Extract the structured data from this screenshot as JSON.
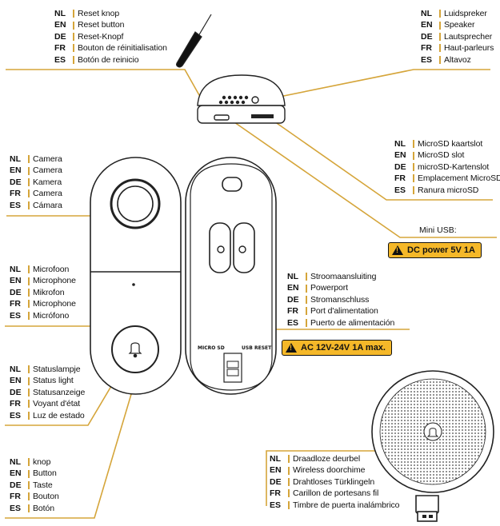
{
  "colors": {
    "accent": "#d5a53a",
    "warning_fill": "#f5b829",
    "outline": "#222222"
  },
  "callouts": {
    "reset": [
      {
        "lang": "NL",
        "text": "Reset knop"
      },
      {
        "lang": "EN",
        "text": "Reset button"
      },
      {
        "lang": "DE",
        "text": "Reset-Knopf"
      },
      {
        "lang": "FR",
        "text": "Bouton de réinitialisation"
      },
      {
        "lang": "ES",
        "text": "Botón de reinicio"
      }
    ],
    "speaker": [
      {
        "lang": "NL",
        "text": "Luidspreker"
      },
      {
        "lang": "EN",
        "text": "Speaker"
      },
      {
        "lang": "DE",
        "text": "Lautsprecher"
      },
      {
        "lang": "FR",
        "text": "Haut-parleurs"
      },
      {
        "lang": "ES",
        "text": "Altavoz"
      }
    ],
    "microsd": [
      {
        "lang": "NL",
        "text": "MicroSD kaartslot"
      },
      {
        "lang": "EN",
        "text": "MicroSD slot"
      },
      {
        "lang": "DE",
        "text": "microSD-Kartenslot"
      },
      {
        "lang": "FR",
        "text": "Emplacement MicroSD"
      },
      {
        "lang": "ES",
        "text": "Ranura microSD"
      }
    ],
    "camera": [
      {
        "lang": "NL",
        "text": "Camera"
      },
      {
        "lang": "EN",
        "text": "Camera"
      },
      {
        "lang": "DE",
        "text": "Kamera"
      },
      {
        "lang": "FR",
        "text": "Camera"
      },
      {
        "lang": "ES",
        "text": "Cámara"
      }
    ],
    "microphone": [
      {
        "lang": "NL",
        "text": "Microfoon"
      },
      {
        "lang": "EN",
        "text": "Microphone"
      },
      {
        "lang": "DE",
        "text": "Mikrofon"
      },
      {
        "lang": "FR",
        "text": "Microphone"
      },
      {
        "lang": "ES",
        "text": "Micrófono"
      }
    ],
    "power": [
      {
        "lang": "NL",
        "text": "Stroomaansluiting"
      },
      {
        "lang": "EN",
        "text": "Powerport"
      },
      {
        "lang": "DE",
        "text": "Stromanschluss"
      },
      {
        "lang": "FR",
        "text": "Port d'alimentation"
      },
      {
        "lang": "ES",
        "text": "Puerto de alimentación"
      }
    ],
    "status": [
      {
        "lang": "NL",
        "text": "Statuslampje"
      },
      {
        "lang": "EN",
        "text": "Status light"
      },
      {
        "lang": "DE",
        "text": "Statusanzeige"
      },
      {
        "lang": "FR",
        "text": "Voyant d'état"
      },
      {
        "lang": "ES",
        "text": "Luz de estado"
      }
    ],
    "button": [
      {
        "lang": "NL",
        "text": "knop"
      },
      {
        "lang": "EN",
        "text": "Button"
      },
      {
        "lang": "DE",
        "text": "Taste"
      },
      {
        "lang": "FR",
        "text": "Bouton"
      },
      {
        "lang": "ES",
        "text": "Botón"
      }
    ],
    "chime": [
      {
        "lang": "NL",
        "text": "Draadloze deurbel"
      },
      {
        "lang": "EN",
        "text": "Wireless doorchime"
      },
      {
        "lang": "DE",
        "text": "Drahtloses Türklingeln"
      },
      {
        "lang": "FR",
        "text": "Carillon de portesans fil"
      },
      {
        "lang": "ES",
        "text": "Timbre de puerta inalámbrico"
      }
    ]
  },
  "mini_usb": "Mini USB:",
  "dc_warning": "DC power 5V 1A",
  "ac_warning": "AC 12V-24V 1A max.",
  "device_labels": {
    "micro_sd": "MICRO SD",
    "usb": "USB",
    "reset": "RESET"
  }
}
